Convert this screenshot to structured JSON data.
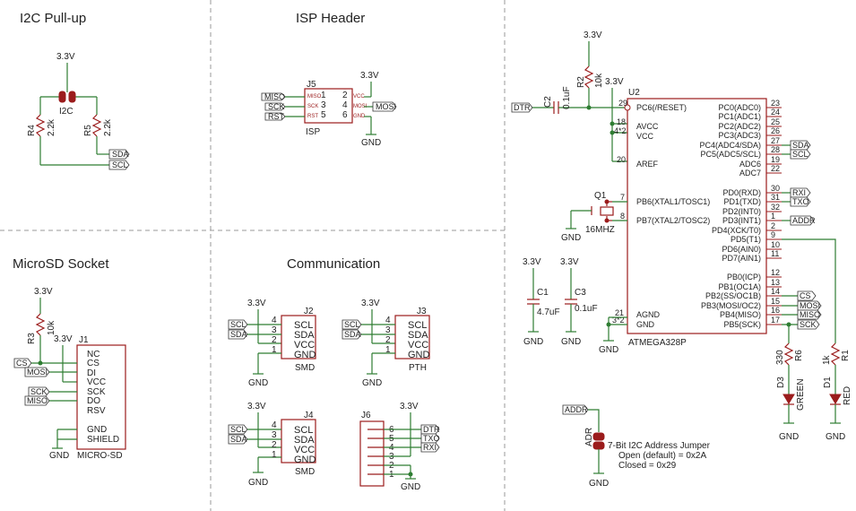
{
  "sections": {
    "i2c": "I2C Pull-up",
    "isp": "ISP Header",
    "microsd": "MicroSD Socket",
    "communication": "Communication"
  },
  "i2c": {
    "supply": "3.3V",
    "jumper": "I2C",
    "r4_name": "R4",
    "r4_value": "2.2k",
    "r5_name": "R5",
    "r5_value": "2.2k",
    "sda": "SDA",
    "scl": "SCL"
  },
  "isp": {
    "j5": "J5",
    "miso": "MISO",
    "sck": "SCK",
    "rst": "RST",
    "mosi": "MOSI",
    "pin_miso": "MISO",
    "pin_sck": "SCK",
    "pin_rst": "RST",
    "pin_vcc": "VCC",
    "pin_mosi": "MOSI",
    "pin_gnd": "GND",
    "n1": "1",
    "n2": "2",
    "n3": "3",
    "n4": "4",
    "n5": "5",
    "n6": "6",
    "label": "ISP",
    "supply": "3.3V",
    "gnd": "GND"
  },
  "microsd": {
    "supply1": "3.3V",
    "supply2": "3.3V",
    "r3_name": "R3",
    "r3_value": "10k",
    "j1": "J1",
    "cs": "CS",
    "mosi": "MOSI",
    "sck": "SCK",
    "miso": "MISO",
    "pins": [
      "NC",
      "CS",
      "DI",
      "VCC",
      "SCK",
      "DO",
      "RSV",
      "GND",
      "SHIELD"
    ],
    "gnd": "GND",
    "part": "MICRO-SD"
  },
  "comm": {
    "supply": "3.3V",
    "gnd": "GND",
    "j2": "J2",
    "j3": "J3",
    "j4": "J4",
    "j6": "J6",
    "scl": "SCL",
    "sda": "SDA",
    "pin_scl": "SCL",
    "pin_sda": "SDA",
    "pin_vcc": "VCC",
    "pin_gnd": "GND",
    "smd": "SMD",
    "pth": "PTH",
    "dtr": "DTR",
    "txo": "TXO",
    "rxi": "RXI",
    "n1": "1",
    "n2": "2",
    "n3": "3",
    "n4": "4",
    "n5": "5",
    "n6": "6"
  },
  "mcu": {
    "supply": "3.3V",
    "gnd": "GND",
    "dtr": "DTR",
    "c2_name": "C2",
    "c2_value": "0.1uF",
    "r2_name": "R2",
    "r2_value": "10k",
    "u2": "U2",
    "part": "ATMEGA328P",
    "pin29": "29",
    "pin18": "18",
    "pin4x2": "4*2",
    "pin20": "20",
    "pin7": "7",
    "pin8": "8",
    "pin21": "21",
    "pin3x2": "3*2",
    "left": [
      "PC6(/RESET)",
      "AVCC",
      "VCC",
      "AREF",
      "PB6(XTAL1/TOSC1)",
      "PB7(XTAL2/TOSC2)",
      "AGND",
      "GND"
    ],
    "right": [
      "PC0(ADC0)",
      "PC1(ADC1)",
      "PC2(ADC2)",
      "PC3(ADC3)",
      "PC4(ADC4/SDA)",
      "PC5(ADC5/SCL)",
      "ADC6",
      "ADC7",
      "PD0(RXD)",
      "PD1(TXD)",
      "PD2(INT0)",
      "PD3(INT1)",
      "PD4(XCK/T0)",
      "PD5(T1)",
      "PD6(AIN0)",
      "PD7(AIN1)",
      "PB0(ICP)",
      "PB1(OC1A)",
      "PB2(SS/OC1B)",
      "PB3(MOSI/OC2)",
      "PB4(MISO)",
      "PB5(SCK)"
    ],
    "rnum": [
      "23",
      "24",
      "25",
      "26",
      "27",
      "28",
      "19",
      "22",
      "30",
      "31",
      "32",
      "1",
      "2",
      "9",
      "10",
      "11",
      "12",
      "13",
      "14",
      "15",
      "16",
      "17"
    ],
    "sda": "SDA",
    "scl": "SCL",
    "rxi": "RXI",
    "txo": "TXO",
    "addr": "ADDR",
    "cs": "CS",
    "mosi": "MOSI",
    "miso": "MISO",
    "sck": "SCK",
    "r1_name": "R1",
    "r1_value": "1k",
    "d1": "D1",
    "red": "RED",
    "r6_name": "R6",
    "r6_value": "330",
    "d3": "D3",
    "green": "GREEN",
    "q1": "Q1",
    "crystal": "16MHZ",
    "c1": "C1",
    "c1_value": "4.7uF",
    "c3": "C3",
    "c3_value": "0.1uF",
    "adr": "ADR",
    "note1": "7-Bit I2C Address Jumper",
    "note2": "Open (default) = 0x2A",
    "note3": "Closed = 0x29"
  }
}
